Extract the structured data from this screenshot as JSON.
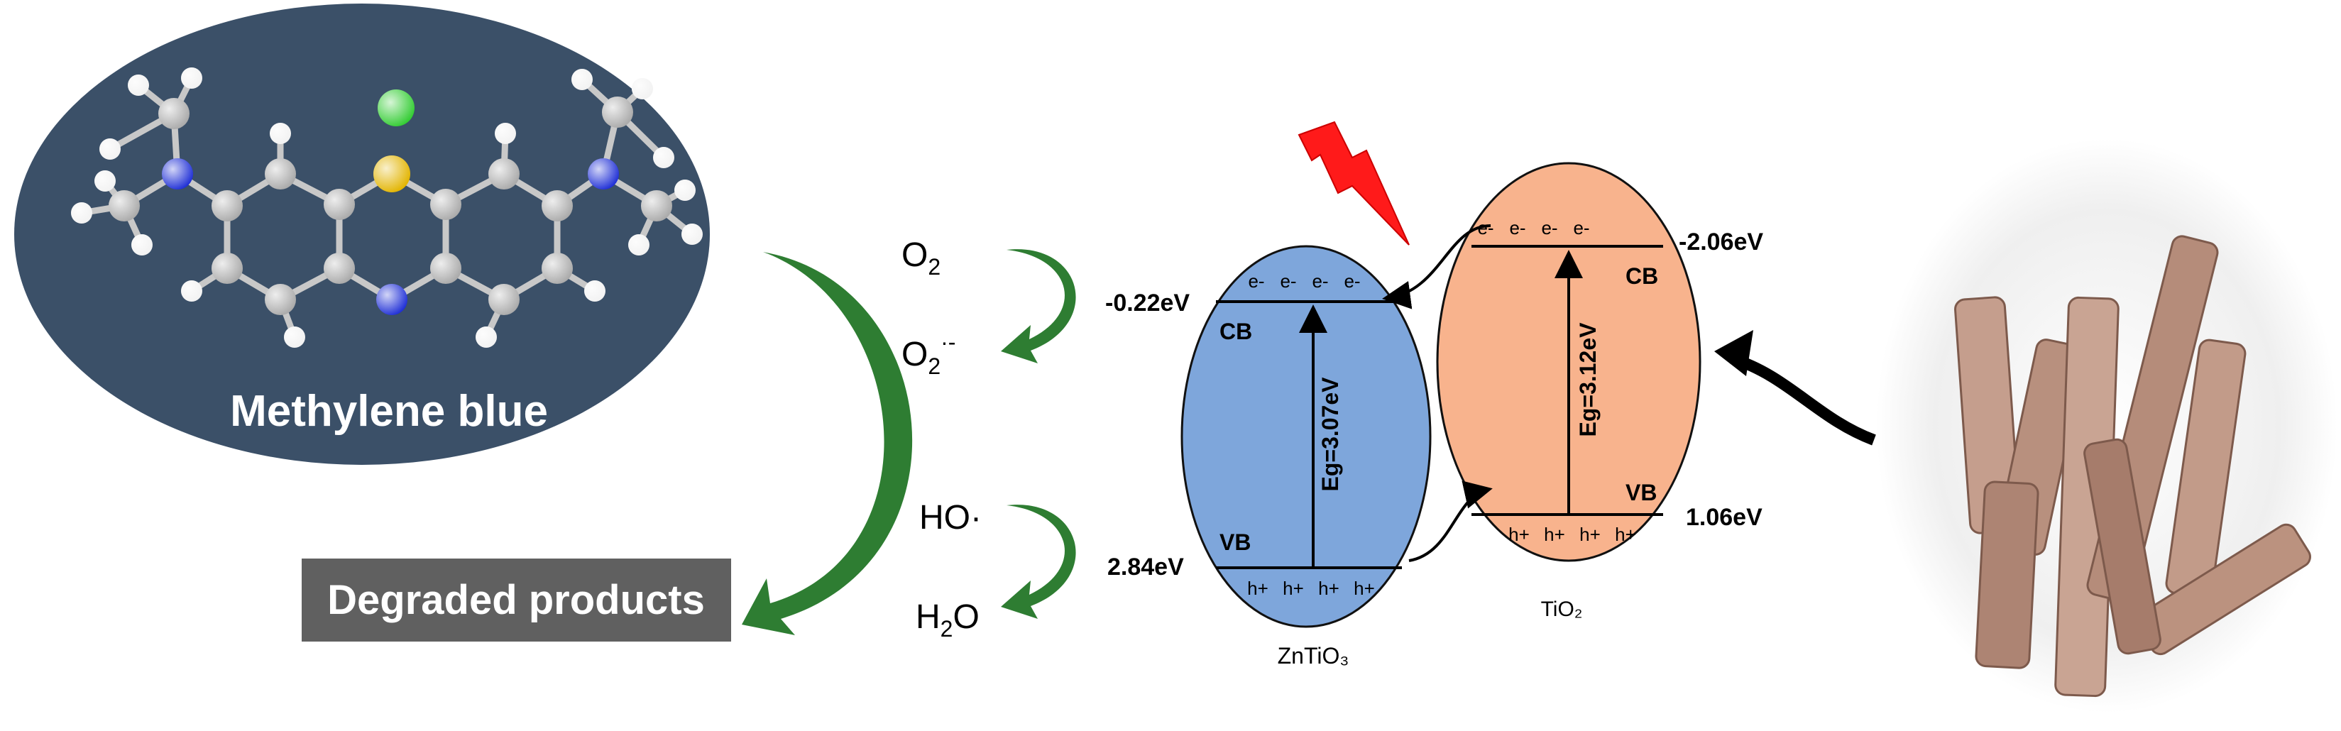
{
  "molecule": {
    "label": "Methylene blue",
    "background_color": "#3b5068",
    "atom_colors": {
      "carbon": "#a9a9a9",
      "hydrogen": "#f2f2f2",
      "nitrogen": "#1f2fd6",
      "sulfur": "#e2b400",
      "chlorine": "#33cc33"
    }
  },
  "degraded_box": {
    "label": "Degraded products",
    "background_color": "#606060"
  },
  "reactions": {
    "o2": {
      "base": "O",
      "sub": "2",
      "sup": ""
    },
    "superoxide": {
      "base": "O",
      "sub": "2",
      "sup": "·-"
    },
    "hydroxyl": {
      "label": "HO·"
    },
    "water": {
      "pre": "H",
      "sub": "2",
      "post": "O"
    },
    "arrow_color": "#2e7d32"
  },
  "zntio3": {
    "name": "ZnTiO₃",
    "cb_label": "CB",
    "vb_label": "VB",
    "cb_energy": "-0.22eV",
    "vb_energy": "2.84eV",
    "band_gap": "Eg=3.07eV",
    "electrons": [
      "e-",
      "e-",
      "e-",
      "e-"
    ],
    "holes": [
      "h+",
      "h+",
      "h+",
      "h+"
    ],
    "color": "#7ea6db"
  },
  "tio2": {
    "name": "TiO₂",
    "cb_label": "CB",
    "vb_label": "VB",
    "cb_energy": "-2.06eV",
    "vb_energy": "1.06eV",
    "band_gap": "Eg=3.12eV",
    "electrons": [
      "e-",
      "e-",
      "e-",
      "e-"
    ],
    "holes": [
      "h+",
      "h+",
      "h+",
      "h+"
    ],
    "color": "#f8b38d"
  },
  "light_icon": {
    "name": "lightning-bolt",
    "color": "#ff1a1a"
  },
  "photo": {
    "name": "tubular-nanostructure-photo",
    "color": "#b78e7c"
  }
}
